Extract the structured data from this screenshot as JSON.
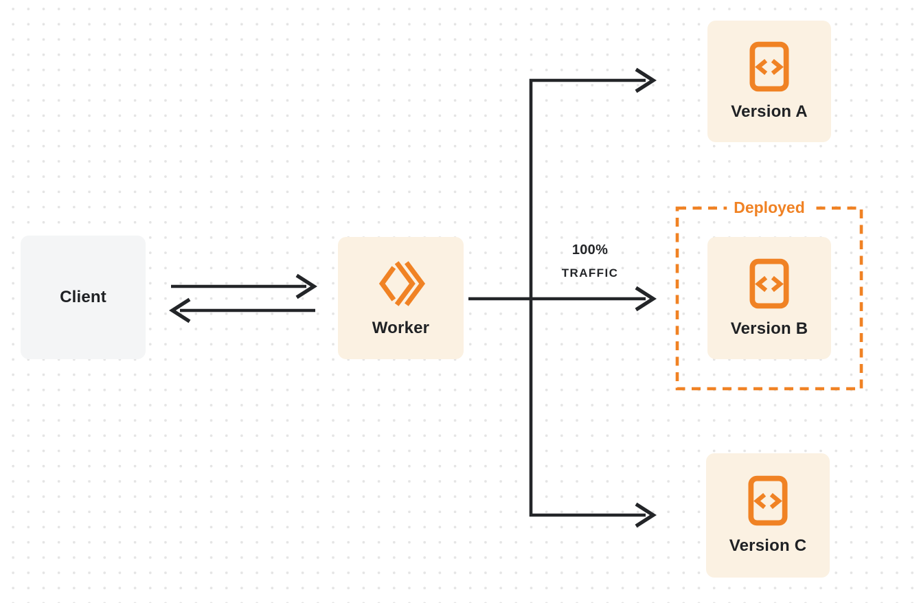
{
  "colors": {
    "accent_orange": "#F08224",
    "node_cream": "#FBF1E2",
    "node_gray": "#F4F5F6",
    "line_dark": "#232528",
    "text_dark": "#1F2124",
    "background": "#FFFFFF",
    "dot_grid": "#E4E4E4"
  },
  "nodes": {
    "client": {
      "label": "Client"
    },
    "worker": {
      "label": "Worker",
      "icon": "cloudflare-workers-logo-icon"
    },
    "version_a": {
      "label": "Version A",
      "icon": "code-file-icon"
    },
    "version_b": {
      "label": "Version B",
      "icon": "code-file-icon"
    },
    "version_c": {
      "label": "Version C",
      "icon": "code-file-icon"
    }
  },
  "annotations": {
    "deployed": {
      "label": "Deployed"
    },
    "traffic": {
      "line1": "100%",
      "line2": "TRAFFIC"
    }
  }
}
